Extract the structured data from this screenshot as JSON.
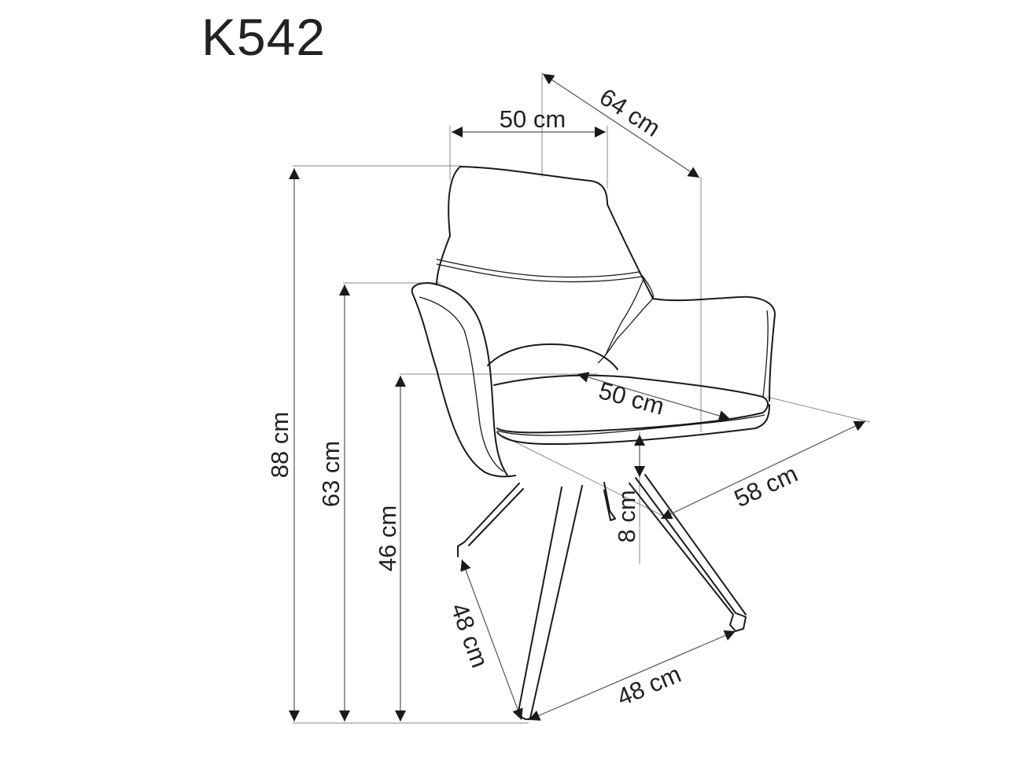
{
  "title": "K542",
  "dimensions": {
    "overall_height": "88 cm",
    "armrest_height": "63 cm",
    "seat_height": "46 cm",
    "backrest_width": "50 cm",
    "overall_width": "64 cm",
    "seat_depth": "50 cm",
    "overall_depth": "58 cm",
    "seat_thickness": "8 cm",
    "leg_span_side": "48 cm",
    "leg_span_front": "48 cm"
  }
}
